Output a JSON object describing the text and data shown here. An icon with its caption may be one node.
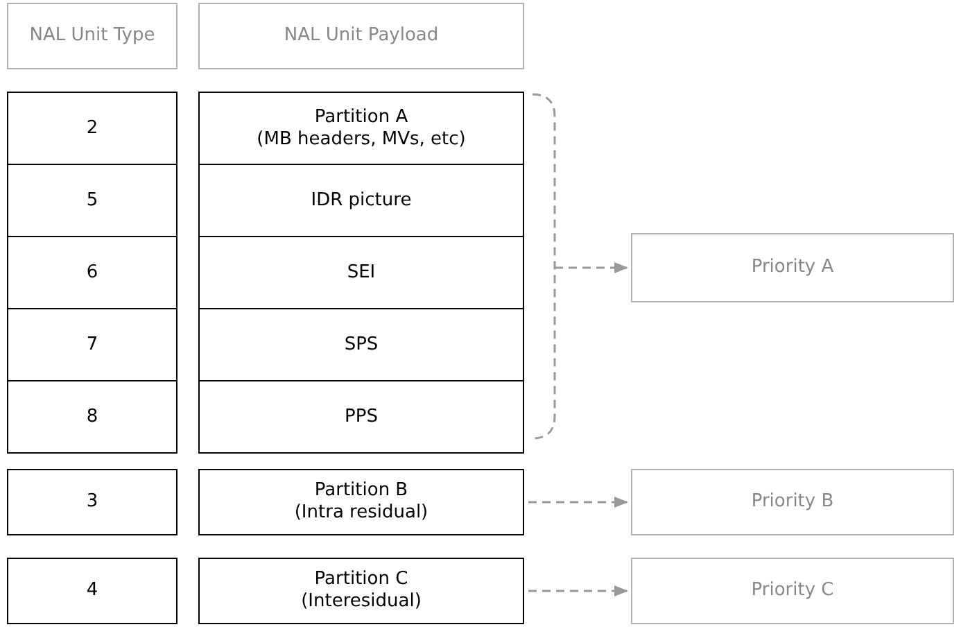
{
  "diagram": {
    "nodes": [
      {
        "text": [
          "NAL Unit Type"
        ]
      },
      {
        "text": [
          "NAL Unit Payload"
        ]
      },
      {
        "text": [
          "2"
        ]
      },
      {
        "text": [
          "Partition A",
          "(MB headers, MVs, etc)"
        ]
      },
      {
        "text": [
          "5"
        ]
      },
      {
        "text": [
          "IDR picture"
        ]
      },
      {
        "text": [
          "6"
        ]
      },
      {
        "text": [
          "SEI"
        ]
      },
      {
        "text": [
          "Priority A"
        ]
      },
      {
        "text": [
          "7"
        ]
      },
      {
        "text": [
          "SPS"
        ]
      },
      {
        "text": [
          "8"
        ]
      },
      {
        "text": [
          "PPS"
        ]
      },
      {
        "text": [
          "3"
        ]
      },
      {
        "text": [
          "Partition B",
          "(Intra residual)"
        ]
      },
      {
        "text": [
          "Priority B"
        ]
      },
      {
        "text": [
          "4"
        ]
      },
      {
        "text": [
          "Partition C",
          "(Interesidual)"
        ]
      },
      {
        "text": [
          "Priority C"
        ]
      },
      {
        "text": [],
        "shape": "bracket"
      }
    ],
    "edges": [
      {
        "from": 19,
        "to": 8,
        "arrow": "to",
        "style": "dashed"
      },
      {
        "from": 14,
        "to": 15,
        "arrow": "to",
        "style": "dashed"
      },
      {
        "from": 17,
        "to": 18,
        "arrow": "to",
        "style": "dashed"
      }
    ]
  }
}
